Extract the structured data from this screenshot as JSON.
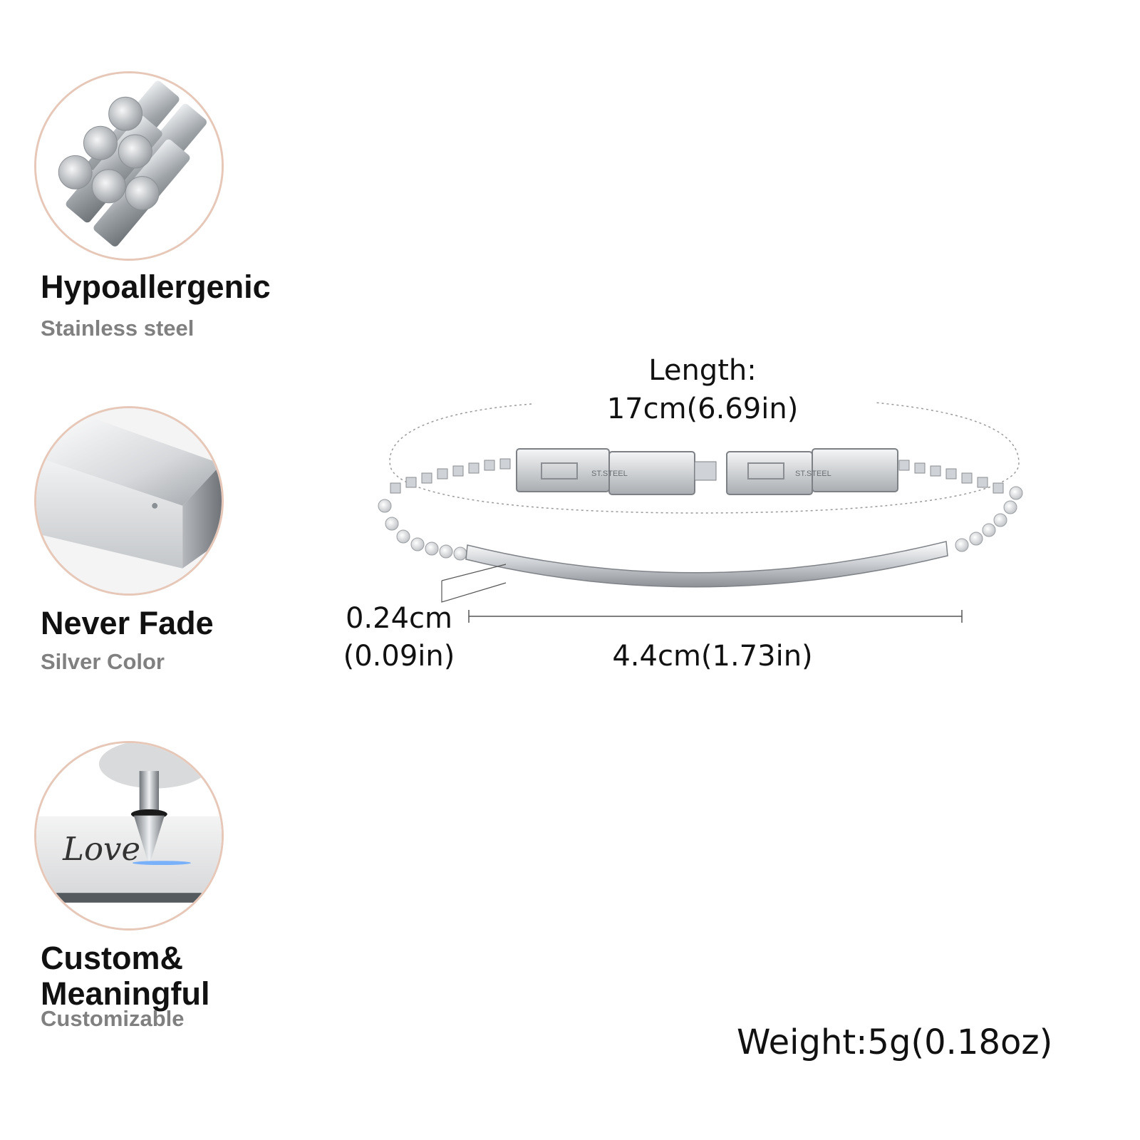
{
  "features": [
    {
      "icon": "steel-rods-icon",
      "title": "Hypoallergenic",
      "subtitle": "Stainless steel"
    },
    {
      "icon": "polished-bar-icon",
      "title": "Never Fade",
      "subtitle": "Silver Color"
    },
    {
      "icon": "engraving-pen-icon",
      "title_line1": "Custom&",
      "title_line2": "Meaningful",
      "subtitle": "Customizable",
      "engraving_text": "Love"
    }
  ],
  "dimensions": {
    "length_label": "Length:",
    "length_value": "17cm(6.69in)",
    "thickness_cm": "0.24cm",
    "thickness_in": "(0.09in)",
    "bar_length": "4.4cm(1.73in)",
    "weight": "Weight:5g(0.18oz)"
  },
  "product": {
    "clasp_stamp_left": "ST.STEEL",
    "clasp_stamp_right": "ST.STEEL"
  },
  "colors": {
    "circle_border": "#e7c8b8",
    "title": "#111111",
    "subtitle": "#808080",
    "metal": "#c9ccd0"
  }
}
